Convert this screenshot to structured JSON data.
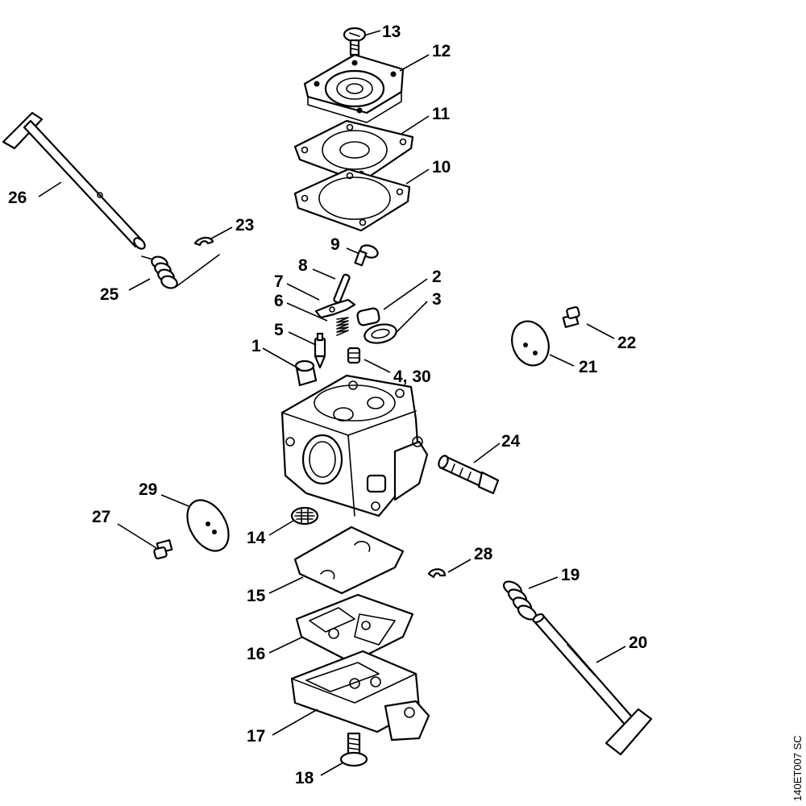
{
  "labels": {
    "p1": "1",
    "p2": "2",
    "p3": "3",
    "p4": "4, 30",
    "p5": "5",
    "p6": "6",
    "p7": "7",
    "p8": "8",
    "p9": "9",
    "p10": "10",
    "p11": "11",
    "p12": "12",
    "p13": "13",
    "p14": "14",
    "p15": "15",
    "p16": "16",
    "p17": "17",
    "p18": "18",
    "p19": "19",
    "p20": "20",
    "p21": "21",
    "p22": "22",
    "p23": "23",
    "p24": "24",
    "p25": "25",
    "p26": "26",
    "p27": "27",
    "p28": "28",
    "p29": "29"
  },
  "drawing_code": "140ET007 SC"
}
